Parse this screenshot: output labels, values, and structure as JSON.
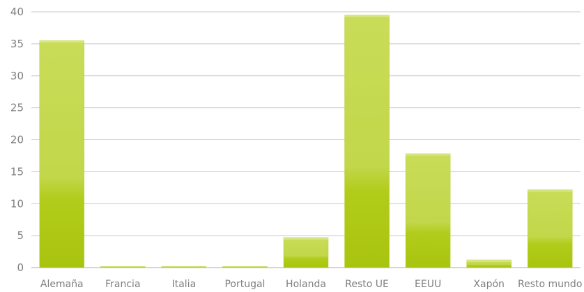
{
  "chart_data": {
    "type": "bar",
    "categories": [
      "Alemaña",
      "Francia",
      "Italia",
      "Portugal",
      "Holanda",
      "Resto UE",
      "EEUU",
      "Xapón",
      "Resto mundo"
    ],
    "values": [
      35.5,
      0.1,
      0.1,
      0.1,
      4.7,
      39.5,
      17.8,
      1.2,
      12.2
    ],
    "ylim": [
      0,
      40
    ],
    "yticks": [
      0,
      5,
      10,
      15,
      20,
      25,
      30,
      35,
      40
    ],
    "grid": true,
    "title": "",
    "xlabel": "",
    "ylabel": "",
    "colors": {
      "bar_top": "#c4d94d",
      "bar_bottom": "#a8c60e",
      "grid": "#c8c8c8",
      "text": "#7f7f7f"
    }
  }
}
